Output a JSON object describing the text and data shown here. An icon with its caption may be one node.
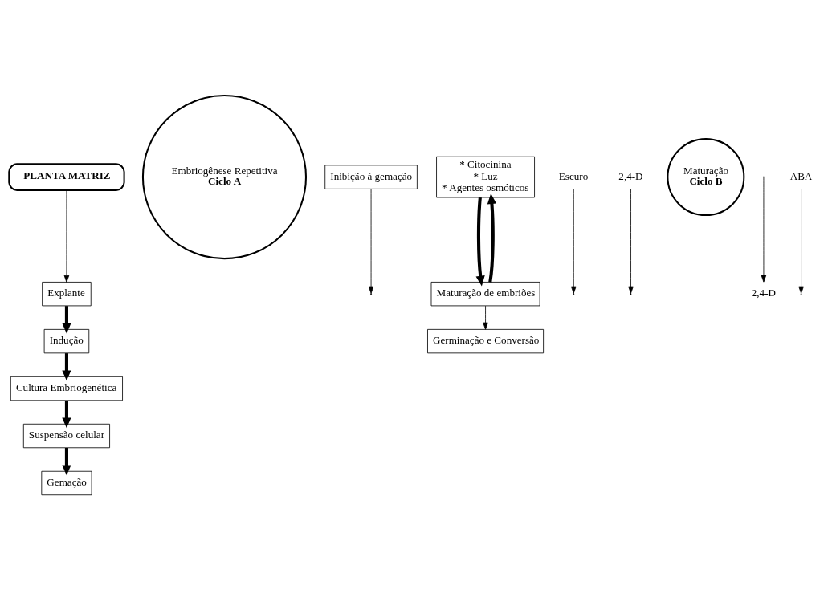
{
  "diagram": {
    "nodes": [
      {
        "text": [
          "PLANTA MATRIZ"
        ]
      },
      {
        "text": [
          "Gemação"
        ]
      },
      {
        "text": [
          "Suspensão celular"
        ]
      },
      {
        "text": [
          "Explante"
        ]
      },
      {
        "text": [
          "Embriogênese Repetitiva",
          "Ciclo A"
        ]
      },
      {
        "text": [
          "Inibição à gemação"
        ]
      },
      {
        "text": [
          "* Citocinina",
          "* Luz",
          "* Agentes osmóticos"
        ]
      },
      {
        "text": [
          "Escuro"
        ]
      },
      {
        "text": [
          "2,4-D"
        ]
      },
      {
        "text": [
          "Maturação",
          "Ciclo B"
        ]
      },
      {
        "text": [
          "Indução"
        ]
      },
      {
        "text": [
          "Cultura Embriogenética"
        ]
      },
      {
        "text": [
          "Maturação de embriões"
        ]
      },
      {
        "text": [
          "Germinação e Conversão"
        ]
      },
      {
        "text": [
          "2,4-D"
        ]
      },
      {
        "text": [
          "ABA"
        ]
      }
    ],
    "edges": [
      {
        "from": 0,
        "to": 3,
        "arrow": "to"
      },
      {
        "from": 2,
        "to": 1,
        "arrow": "to",
        "style": "thick"
      },
      {
        "from": 3,
        "to": 10,
        "arrow": "to",
        "style": "thick"
      },
      {
        "from": 10,
        "to": 11,
        "arrow": "to",
        "style": "thick"
      },
      {
        "from": 11,
        "to": 2,
        "arrow": "to",
        "style": "thick"
      },
      {
        "from": 6,
        "to": 12,
        "arrow": "to",
        "style": "thick"
      },
      {
        "from": 12,
        "to": 6,
        "arrow": "to",
        "style": "thick"
      },
      {
        "from": 12,
        "to": 13,
        "arrow": "to"
      },
      {
        "from": 7,
        "to": null,
        "arrow": "to"
      },
      {
        "from": 8,
        "to": null,
        "arrow": "to"
      },
      {
        "from": null,
        "to": 14,
        "arrow": "to"
      },
      {
        "from": 15,
        "to": null,
        "arrow": "to"
      },
      {
        "from": 5,
        "to": null,
        "arrow": "to"
      }
    ]
  }
}
